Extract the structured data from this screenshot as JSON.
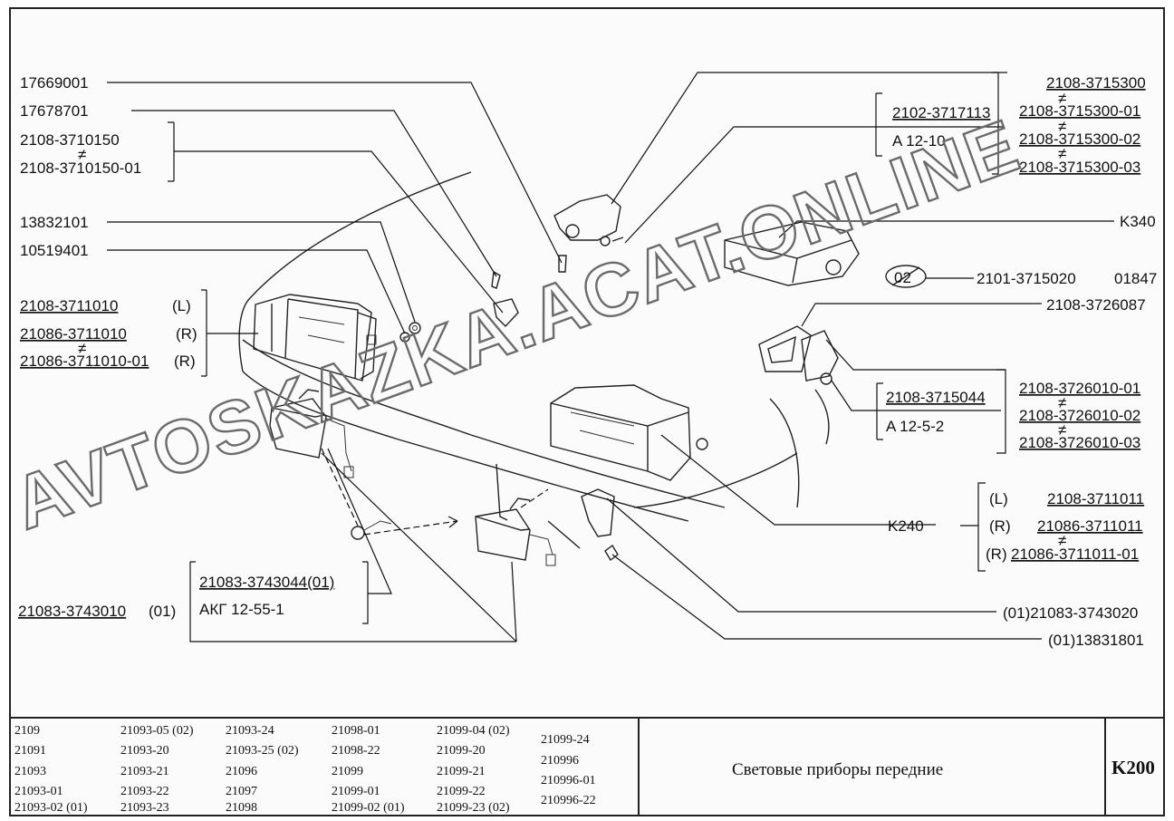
{
  "labels": {
    "p17669001": "17669001",
    "p17678701": "17678701",
    "p2108_3710150": "2108-3710150",
    "p2108_3710150_01": "2108-3710150-01",
    "p13832101": "13832101",
    "p10519401": "10519401",
    "p2108_3711010": "2108-3711010",
    "p21086_3711010": "21086-3711010",
    "p21086_3711010_01": "21086-3711010-01",
    "side_L": "(L)",
    "side_R": "(R)",
    "p2102_3717113": "2102-3717113",
    "lamp_A12_10": "A 12-10",
    "p2108_3715300": "2108-3715300",
    "p2108_3715300_01": "2108-3715300-01",
    "p2108_3715300_02": "2108-3715300-02",
    "p2108_3715300_03": "2108-3715300-03",
    "K340": "K340",
    "c02": "02",
    "p2101_3715020": "2101-3715020",
    "p01847": "01847",
    "p2108_3726087": "2108-3726087",
    "p2108_3715044": "2108-3715044",
    "lamp_A12_5_2": "A 12-5-2",
    "p2108_3726010_01": "2108-3726010-01",
    "p2108_3726010_02": "2108-3726010-02",
    "p2108_3726010_03": "2108-3726010-03",
    "K240": "K240",
    "p2108_3711011": "2108-3711011",
    "p21086_3711011": "21086-3711011",
    "p21086_3711011_01": "21086-3711011-01",
    "p21083_3743044": "21083-3743044(01)",
    "lamp_AKG": "АКГ 12-55-1",
    "p21083_3743010": "21083-3743010",
    "suffix_01": "(01)",
    "p21083_3743020": "(01)21083-3743020",
    "p13831801": "(01)13831801",
    "neq": "≠"
  },
  "watermark": "AVTOSKAZKA.ACAT.ONLINE",
  "footer": {
    "models": [
      [
        "2109",
        "21091",
        "21093",
        "21093-01",
        "21093-02 (01)"
      ],
      [
        "21093-05 (02)",
        "21093-20",
        "21093-21",
        "21093-22",
        "21093-23"
      ],
      [
        "21093-24",
        "21093-25 (02)",
        "21096",
        "21097",
        "21098"
      ],
      [
        "21098-01",
        "21098-22",
        "21099",
        "21099-01",
        "21099-02 (01)"
      ],
      [
        "21099-04 (02)",
        "21099-20",
        "21099-21",
        "21099-22",
        "21099-23 (02)"
      ],
      [
        "21099-24",
        "210996",
        "210996-01",
        "210996-22"
      ]
    ],
    "title": "Световые приборы передние",
    "code": "K200"
  }
}
